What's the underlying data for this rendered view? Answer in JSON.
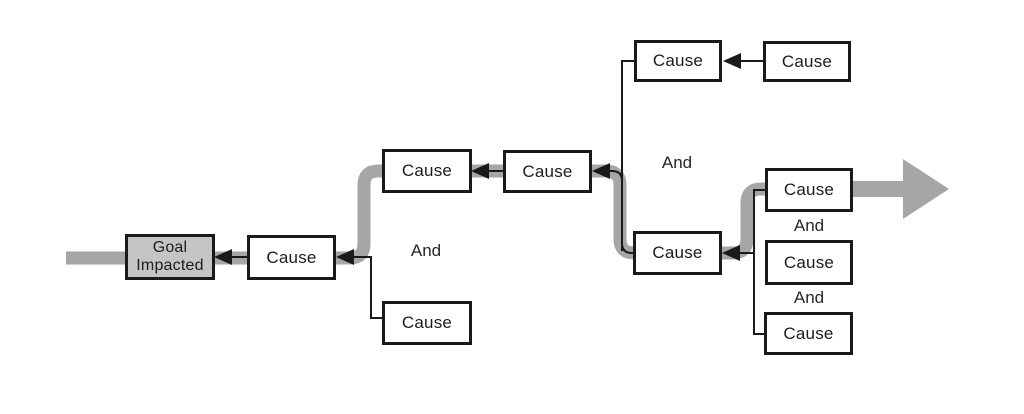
{
  "diagram": {
    "kind": "cause-effect-chain"
  },
  "colors": {
    "path_highlight": "#a6a6a6",
    "goal_fill": "#c5c5c5",
    "box_border": "#1a1a1a",
    "text": "#1c1c1c",
    "background": "#ffffff"
  },
  "nodes": [
    {
      "id": "goal-impacted",
      "label": "Goal Impacted",
      "line1": "Goal",
      "line2": "Impacted"
    },
    {
      "id": "cause-1",
      "label": "Cause"
    },
    {
      "id": "cause-2",
      "label": "Cause"
    },
    {
      "id": "cause-3",
      "label": "Cause"
    },
    {
      "id": "cause-4",
      "label": "Cause"
    },
    {
      "id": "cause-5",
      "label": "Cause"
    },
    {
      "id": "cause-6",
      "label": "Cause"
    },
    {
      "id": "cause-7",
      "label": "Cause"
    },
    {
      "id": "cause-8",
      "label": "Cause"
    },
    {
      "id": "cause-9",
      "label": "Cause"
    },
    {
      "id": "cause-10",
      "label": "Cause"
    }
  ],
  "and_labels": [
    "And",
    "And",
    "And",
    "And"
  ],
  "icons": {
    "continuation_arrow": "thick-gray-right-arrow",
    "into_box_arrowhead": "black-left-triangle"
  }
}
